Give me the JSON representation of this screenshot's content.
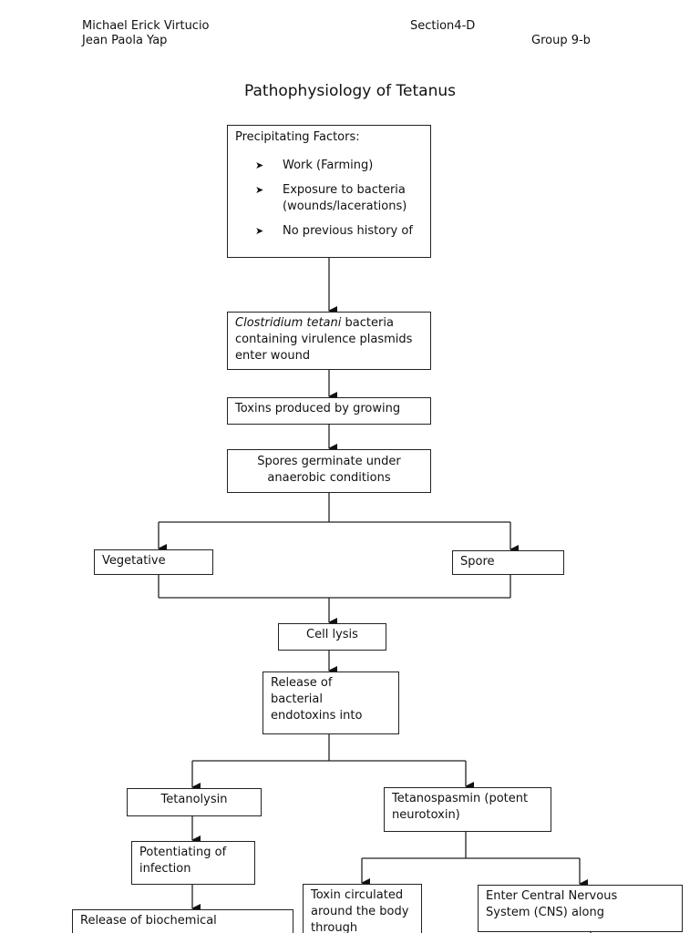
{
  "header": {
    "author1": "Michael Erick Virtucio",
    "section": "Section4-D",
    "author2": "Jean Paola Yap",
    "group": "Group 9-b"
  },
  "title": "Pathophysiology of Tetanus",
  "nodes": {
    "precipitating": {
      "heading": "Precipitating Factors:",
      "bullets": [
        "Work (Farming)",
        "Exposure to bacteria (wounds/lacerations)",
        "No previous history of"
      ]
    },
    "clostridium": {
      "italic": "Clostridium tetani",
      "rest": " bacteria containing virulence plasmids enter wound"
    },
    "toxins": "Toxins produced by growing",
    "spores": "Spores germinate under anaerobic conditions",
    "vegetative": "Vegetative",
    "spore": "Spore",
    "cell_lysis": "Cell lysis",
    "release_endotoxins": "Release of bacterial endotoxins into",
    "tetanolysin": "Tetanolysin",
    "tetanospasmin": "Tetanospasmin (potent neurotoxin)",
    "potentiating": "Potentiating of infection",
    "release_biochemical": "Release of biochemical",
    "toxin_circulated": "Toxin circulated around the body through",
    "enter_cns": "Enter Central Nervous System (CNS) along"
  }
}
